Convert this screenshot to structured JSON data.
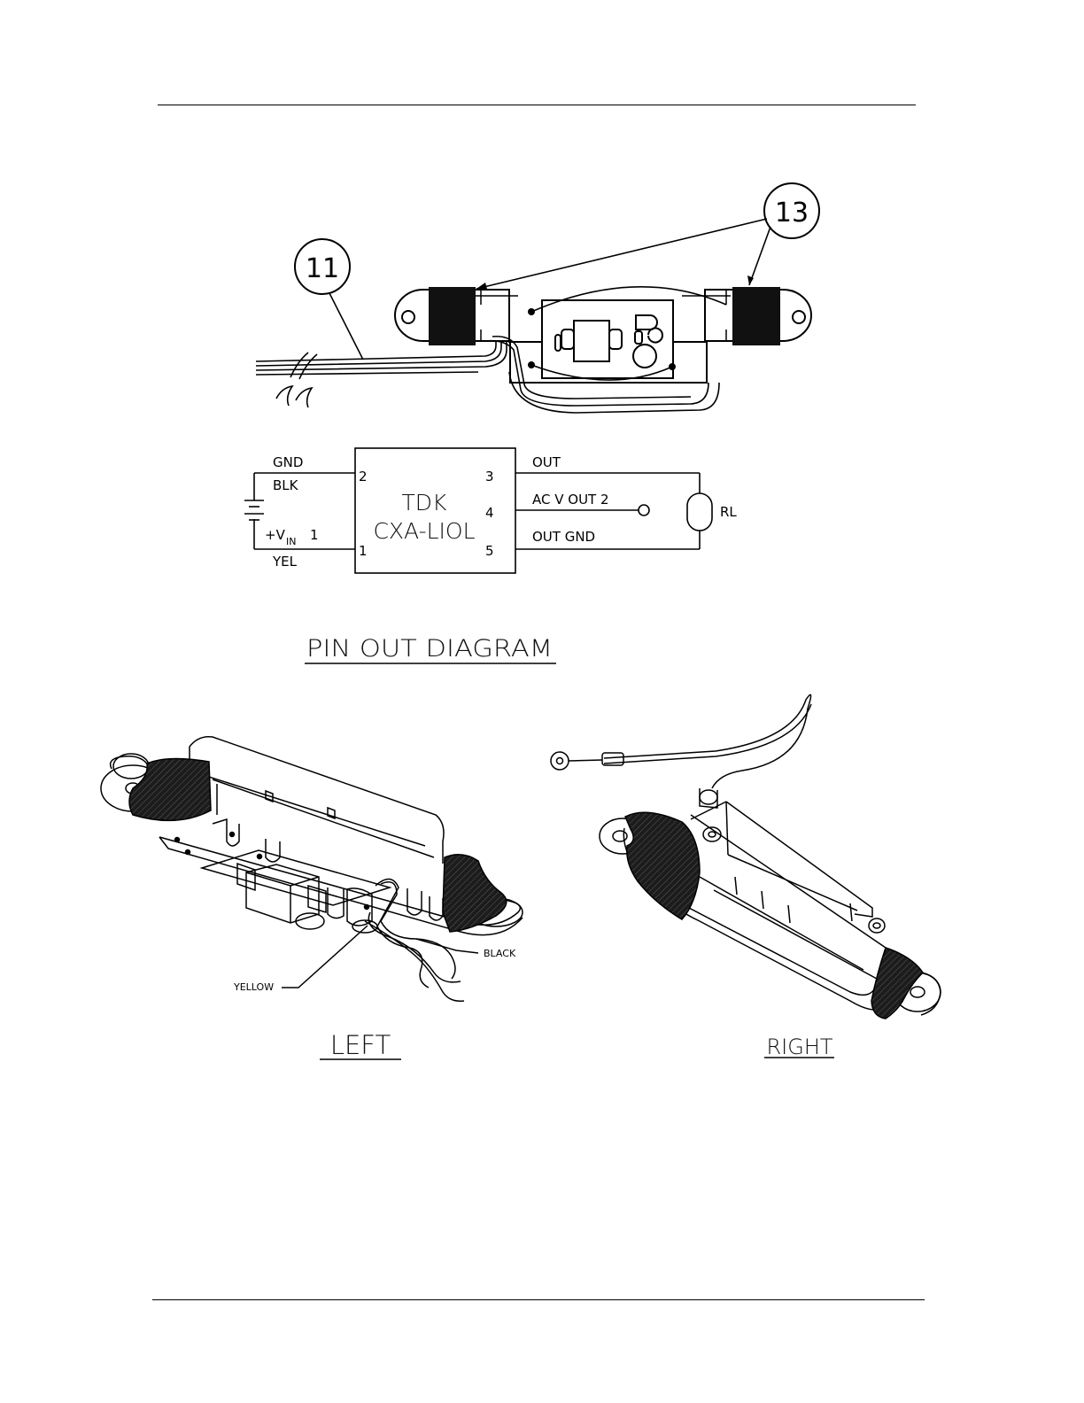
{
  "callouts": {
    "item_11": "11",
    "item_13": "13"
  },
  "pinout": {
    "module_line1": "TDK",
    "module_line2": "CXA-LIOL",
    "gnd": "GND",
    "blk": "BLK",
    "vin_plus": "+V",
    "vin_sub": "IN",
    "vin_pin": "1",
    "yel": "YEL",
    "pin2": "2",
    "pin1": "1",
    "pin3": "3",
    "pin4": "4",
    "pin5": "5",
    "out": "OUT",
    "ac_v_out": "AC V OUT 2",
    "out_gnd": "OUT GND",
    "rl": "RL",
    "title": "PIN OUT DIAGRAM"
  },
  "views": {
    "yellow": "YELLOW",
    "black": "BLACK",
    "left": "LEFT",
    "right": "RIGHT"
  },
  "colors": {
    "ink": "#000000",
    "tape": "#1a1a1a",
    "paper": "#ffffff"
  }
}
